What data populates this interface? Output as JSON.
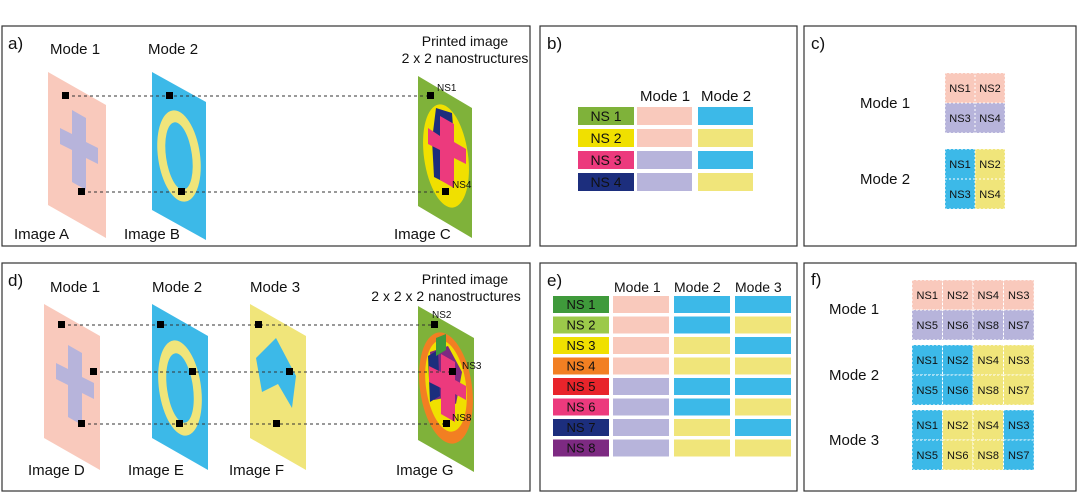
{
  "colors": {
    "pink": "#f9c9bc",
    "blue": "#3cb9e8",
    "yellow": "#f0e57a",
    "lavender": "#b7b4db",
    "green": "#7fb23a",
    "navy": "#1c2e7d",
    "magenta": "#ec3a7d",
    "orange": "#f27f22"
  },
  "panel_a": {
    "letter": "a)",
    "mode1": "Mode 1",
    "mode2": "Mode 2",
    "printed_line1": "Printed image",
    "printed_line2": "2 x 2 nanostructures",
    "ns_top": "NS1",
    "ns_bottom": "NS4",
    "image_a": "Image A",
    "image_b": "Image B",
    "image_c": "Image C"
  },
  "panel_b": {
    "letter": "b)",
    "col1": "Mode 1",
    "col2": "Mode 2",
    "rows": [
      {
        "label": "NS 1",
        "color": "#7fb23a",
        "m1": "pink",
        "m2": "blue"
      },
      {
        "label": "NS 2",
        "color": "#f0e000",
        "m1": "pink",
        "m2": "yellow"
      },
      {
        "label": "NS 3",
        "color": "#ec3a7d",
        "m1": "lavender",
        "m2": "blue"
      },
      {
        "label": "NS 4",
        "color": "#1c2e7d",
        "m1": "lavender",
        "m2": "yellow"
      }
    ]
  },
  "panel_c": {
    "letter": "c)",
    "mode1": "Mode 1",
    "mode2": "Mode 2",
    "cells": [
      "NS1",
      "NS2",
      "NS3",
      "NS4"
    ]
  },
  "panel_d": {
    "letter": "d)",
    "mode1": "Mode 1",
    "mode2": "Mode 2",
    "mode3": "Mode 3",
    "printed_line1": "Printed image",
    "printed_line2": "2 x 2 x 2 nanostructures",
    "ns_top": "NS2",
    "ns_mid": "NS3",
    "ns_bottom": "NS8",
    "image_d": "Image D",
    "image_e": "Image E",
    "image_f": "Image F",
    "image_g": "Image G"
  },
  "panel_e": {
    "letter": "e)",
    "col1": "Mode 1",
    "col2": "Mode 2",
    "col3": "Mode 3",
    "rows": [
      {
        "label": "NS 1",
        "color": "#3f9a3b",
        "m1": "pink",
        "m2": "blue",
        "m3": "blue"
      },
      {
        "label": "NS 2",
        "color": "#9cc94a",
        "m1": "pink",
        "m2": "blue",
        "m3": "yellow"
      },
      {
        "label": "NS 3",
        "color": "#f0e000",
        "m1": "pink",
        "m2": "yellow",
        "m3": "blue"
      },
      {
        "label": "NS 4",
        "color": "#f27f22",
        "m1": "pink",
        "m2": "yellow",
        "m3": "yellow"
      },
      {
        "label": "NS 5",
        "color": "#e8242b",
        "m1": "lavender",
        "m2": "blue",
        "m3": "blue"
      },
      {
        "label": "NS 6",
        "color": "#ec3a7d",
        "m1": "lavender",
        "m2": "blue",
        "m3": "yellow"
      },
      {
        "label": "NS 7",
        "color": "#1c2e7d",
        "m1": "lavender",
        "m2": "yellow",
        "m3": "blue"
      },
      {
        "label": "NS 8",
        "color": "#7d2a82",
        "m1": "lavender",
        "m2": "yellow",
        "m3": "yellow"
      }
    ]
  },
  "panel_f": {
    "letter": "f)",
    "mode1": "Mode 1",
    "mode2": "Mode 2",
    "mode3": "Mode 3",
    "row_top": [
      "NS1",
      "NS2",
      "NS4",
      "NS3"
    ],
    "row_bottom": [
      "NS5",
      "NS6",
      "NS8",
      "NS7"
    ],
    "mode1_top": [
      "pink",
      "pink",
      "pink",
      "pink"
    ],
    "mode1_bottom": [
      "lavender",
      "lavender",
      "lavender",
      "lavender"
    ],
    "mode2_top": [
      "blue",
      "blue",
      "yellow",
      "yellow"
    ],
    "mode2_bottom": [
      "blue",
      "blue",
      "yellow",
      "yellow"
    ],
    "mode3_top": [
      "blue",
      "yellow",
      "yellow",
      "blue"
    ],
    "mode3_bottom": [
      "blue",
      "yellow",
      "yellow",
      "blue"
    ]
  }
}
